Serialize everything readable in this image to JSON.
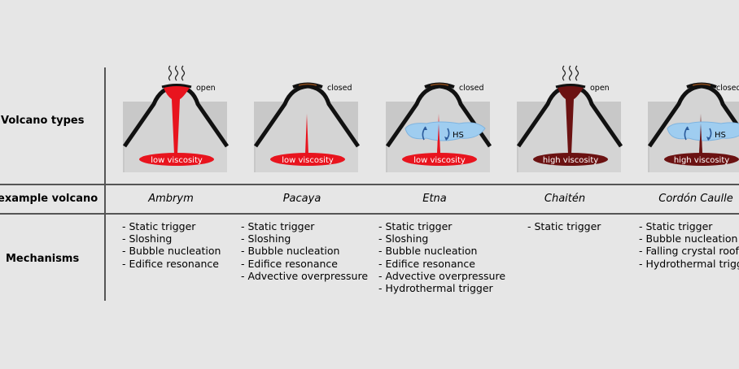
{
  "rows": {
    "volcano_types": "Volcano types",
    "example_volcano": "example volcano",
    "mechanisms": "Mechanisms"
  },
  "columns": [
    {
      "state": "open",
      "magma_label": "low viscosity",
      "has_hydrothermal": false,
      "magma_color": "#e8141e",
      "label_bg": "#e8141e",
      "example": "Ambrym",
      "mechanisms": [
        "- Static trigger",
        "- Sloshing",
        "- Bubble nucleation",
        "- Edifice resonance"
      ]
    },
    {
      "state": "closed",
      "magma_label": "low viscosity",
      "has_hydrothermal": false,
      "magma_color": "#e8141e",
      "label_bg": "#e8141e",
      "example": "Pacaya",
      "mechanisms": [
        "- Static trigger",
        "- Sloshing",
        "- Bubble nucleation",
        "- Edifice resonance",
        "- Advective overpressure"
      ]
    },
    {
      "state": "closed",
      "magma_label": "low viscosity",
      "has_hydrothermal": true,
      "hydrothermal_label": "HS",
      "magma_color": "#e8141e",
      "label_bg": "#e8141e",
      "example": "Etna",
      "mechanisms": [
        "- Static trigger",
        "- Sloshing",
        "- Bubble nucleation",
        "- Edifice resonance",
        "- Advective overpressure",
        "- Hydrothermal trigger"
      ]
    },
    {
      "state": "open",
      "magma_label": "high viscosity",
      "has_hydrothermal": false,
      "magma_color": "#6b1212",
      "label_bg": "#6b1212",
      "example": "Chaitén",
      "mechanisms": [
        "- Static trigger"
      ]
    },
    {
      "state": "closed",
      "magma_label": "high viscosity",
      "has_hydrothermal": true,
      "hydrothermal_label": "HS",
      "magma_color": "#6b1212",
      "label_bg": "#6b1212",
      "example": "Cordón Caulle",
      "mechanisms": [
        "- Static trigger",
        "- Bubble nucleation",
        "- Falling crystal roof",
        "- Hydrothermal trigger"
      ]
    }
  ]
}
